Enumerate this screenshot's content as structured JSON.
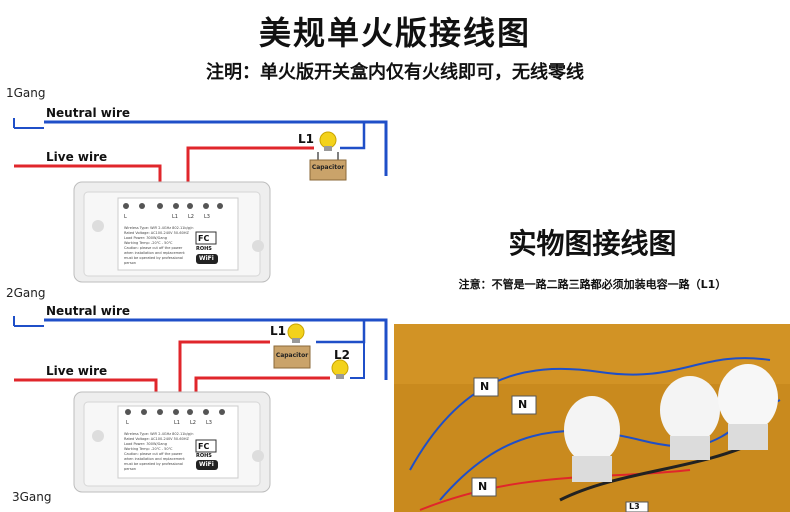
{
  "title": "美规单火版接线图",
  "note": "注明：单火版开关盒内仅有火线即可，无线零线",
  "diagram_1": {
    "gang_label": "1Gang",
    "neutral_label": "Neutral wire",
    "live_label": "Live wire",
    "lamp_label": "L1",
    "capacitor_label": "Capacitor"
  },
  "diagram_2": {
    "gang_label": "2Gang",
    "neutral_label": "Neutral wire",
    "live_label": "Live wire",
    "lamp1_label": "L1",
    "lamp2_label": "L2",
    "capacitor_label": "Capacitor"
  },
  "diagram_3": {
    "gang_label": "3Gang"
  },
  "switch_module": {
    "terminal_labels": [
      "L",
      "L1",
      "L2",
      "L3"
    ],
    "spec_lines": [
      "Wireless Type: WiFi 2.4GHz 802.11b/g/n",
      "Rated Voltage: AC100-240V 50-60HZ",
      "Load Power: 300W/Gang",
      "Working Temp: -20℃ - 50℃",
      "Caution: please cut off the power",
      "when installation and replacement",
      "must be operated by professional person"
    ],
    "certs": [
      "FC",
      "ROHS",
      "WiFi"
    ]
  },
  "real_section": {
    "title": "实物图接线图",
    "note": "注意：不管是一路二路三路都必须加装电容一路（L1）",
    "tags": [
      "N",
      "N",
      "N",
      "L3"
    ]
  },
  "colors": {
    "neutral_wire": "#1f4fc8",
    "live_wire": "#e0262b",
    "lamp": "#f3d21b",
    "capacitor": "#caa36a"
  }
}
